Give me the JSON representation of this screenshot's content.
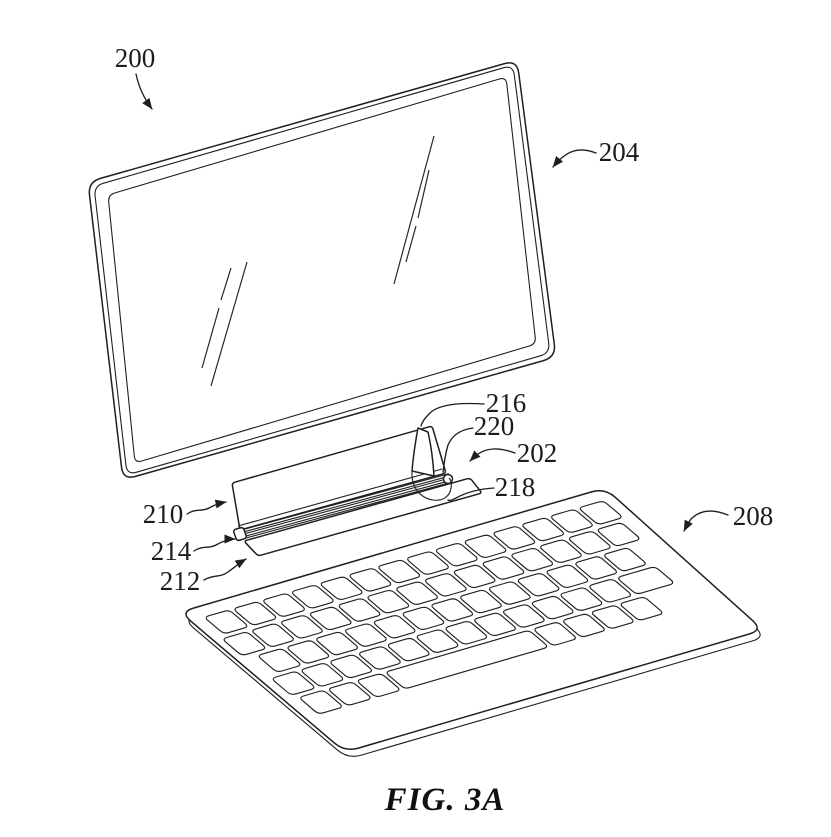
{
  "figure": {
    "caption": "FIG. 3A",
    "labels": {
      "ref200": "200",
      "ref204": "204",
      "ref216": "216",
      "ref220": "220",
      "ref202": "202",
      "ref218": "218",
      "ref210": "210",
      "ref214": "214",
      "ref212": "212",
      "ref208": "208"
    },
    "keyboard": {
      "key_height": 26,
      "gap": 4,
      "rows": [
        {
          "u": 14,
          "v": 14,
          "keys": [
            26,
            26,
            26,
            26,
            26,
            26,
            26,
            26,
            26,
            26,
            26,
            26,
            26,
            26
          ]
        },
        {
          "u": 8,
          "v": 45,
          "keys": [
            26,
            26,
            26,
            26,
            26,
            26,
            26,
            26,
            26,
            26,
            26,
            26,
            26,
            26
          ]
        },
        {
          "u": 20,
          "v": 76,
          "keys": [
            26,
            26,
            26,
            26,
            26,
            26,
            26,
            26,
            26,
            26,
            26,
            26,
            26
          ]
        },
        {
          "u": 10,
          "v": 107,
          "keys": [
            26,
            26,
            26,
            26,
            26,
            26,
            26,
            26,
            26,
            26,
            26,
            26,
            40
          ]
        },
        {
          "u": 14,
          "v": 138,
          "keys": [
            26,
            26,
            26,
            150,
            26,
            26,
            26,
            26
          ]
        }
      ]
    }
  }
}
